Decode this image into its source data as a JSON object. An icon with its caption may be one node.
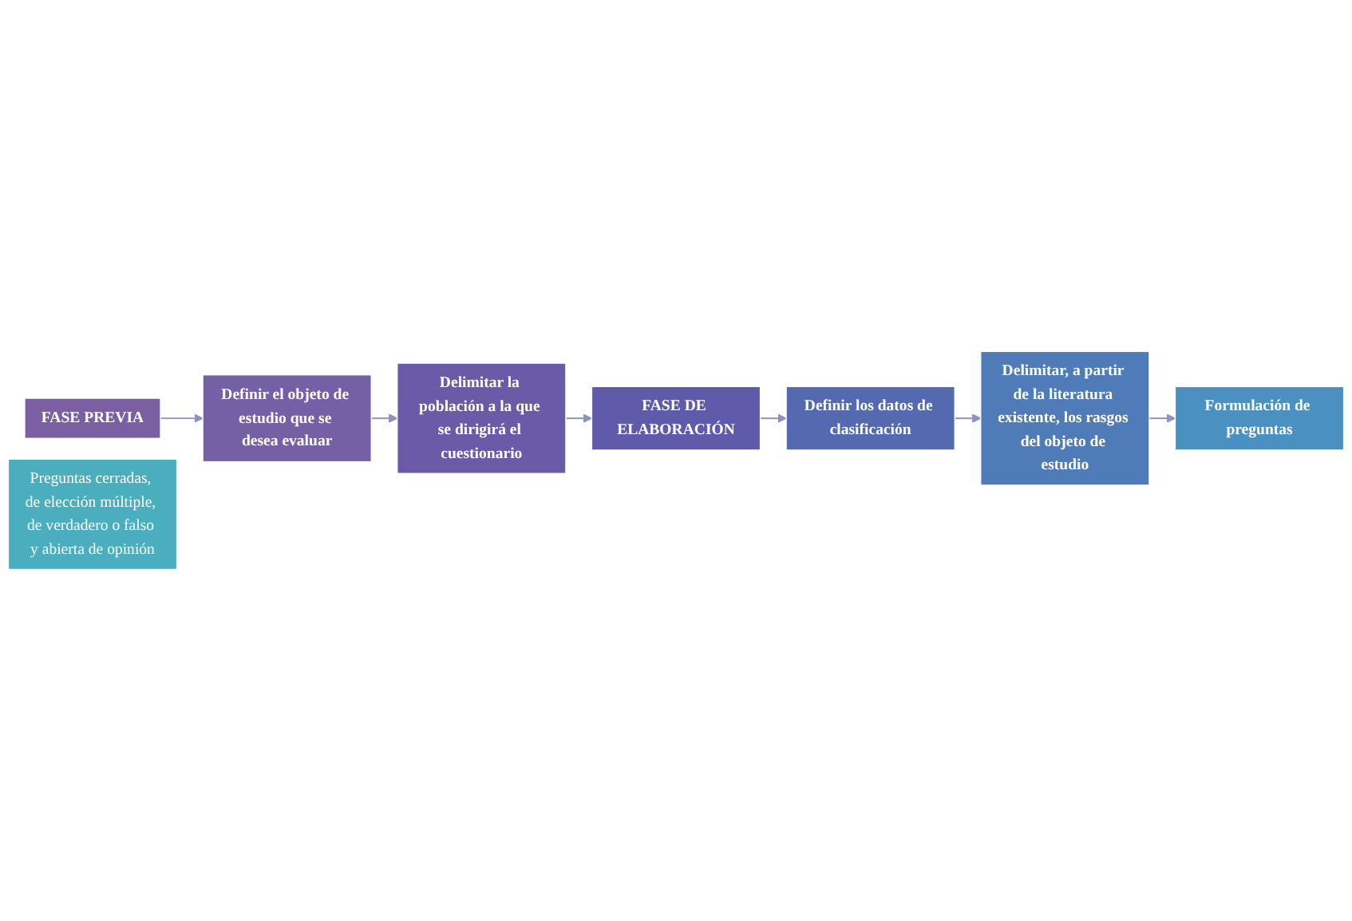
{
  "diagram": {
    "nodes": [
      {
        "text": [
          "FASE PREVIA"
        ]
      },
      {
        "text": [
          "Definir el objeto de estudio que se desea evaluar"
        ]
      },
      {
        "text": [
          "Delimitar la población a la que se dirigirá el cuestionario"
        ]
      },
      {
        "text": [
          "FASE DE ELABORACIÓN"
        ]
      },
      {
        "text": [
          "Definir los datos de clasificación"
        ]
      },
      {
        "text": [
          "Delimitar, a partir de la literatura existente, los rasgos del objeto de estudio"
        ]
      },
      {
        "text": [
          "Formulación de preguntas"
        ]
      },
      {
        "text": [
          "Preguntas cerradas, de elección múltiple, de verdadero o falso y abierta de opinión"
        ]
      }
    ],
    "edges": [
      {
        "from": 0,
        "to": 1,
        "arrow": "to"
      },
      {
        "from": 1,
        "to": 2,
        "arrow": "to"
      },
      {
        "from": 2,
        "to": 3,
        "arrow": "to"
      },
      {
        "from": 3,
        "to": 4,
        "arrow": "to"
      },
      {
        "from": 4,
        "to": 5,
        "arrow": "to"
      },
      {
        "from": 5,
        "to": 6,
        "arrow": "to"
      }
    ]
  }
}
